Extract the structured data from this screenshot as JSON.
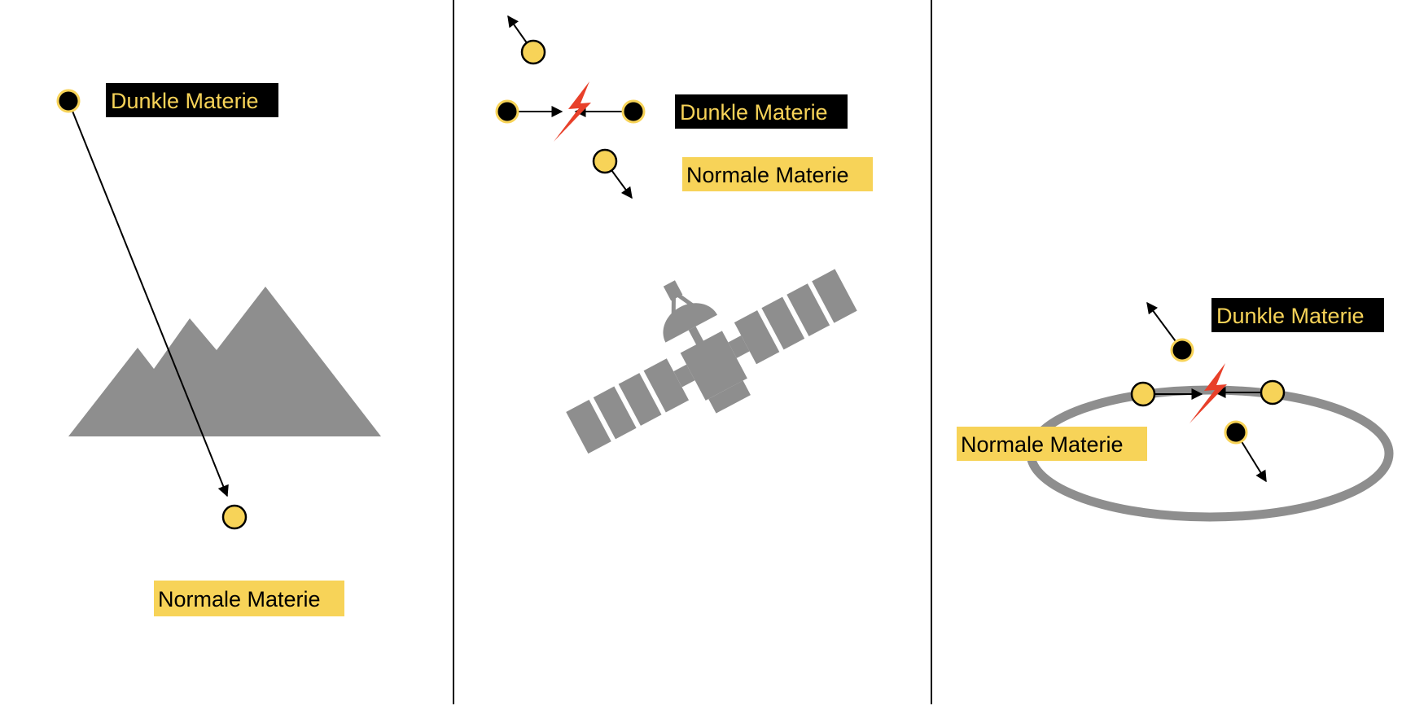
{
  "panels": [
    {
      "id": "direct-detection",
      "labels": {
        "dark_matter": "Dunkle Materie",
        "normal_matter": "Normale Materie"
      },
      "icon": "mountain-icon"
    },
    {
      "id": "indirect-detection",
      "labels": {
        "dark_matter": "Dunkle Materie",
        "normal_matter": "Normale Materie"
      },
      "icon": "satellite-icon"
    },
    {
      "id": "collider-production",
      "labels": {
        "dark_matter": "Dunkle Materie",
        "normal_matter": "Normale Materie"
      },
      "icon": "collider-ring-icon"
    }
  ],
  "legend_colors": {
    "dark_matter_fill": "#000000",
    "dark_matter_text": "#f7d358",
    "normal_matter_fill": "#f7d358",
    "normal_matter_text": "#000000",
    "collision_flash": "#e8402a",
    "icon_gray": "#8e8e8e"
  }
}
